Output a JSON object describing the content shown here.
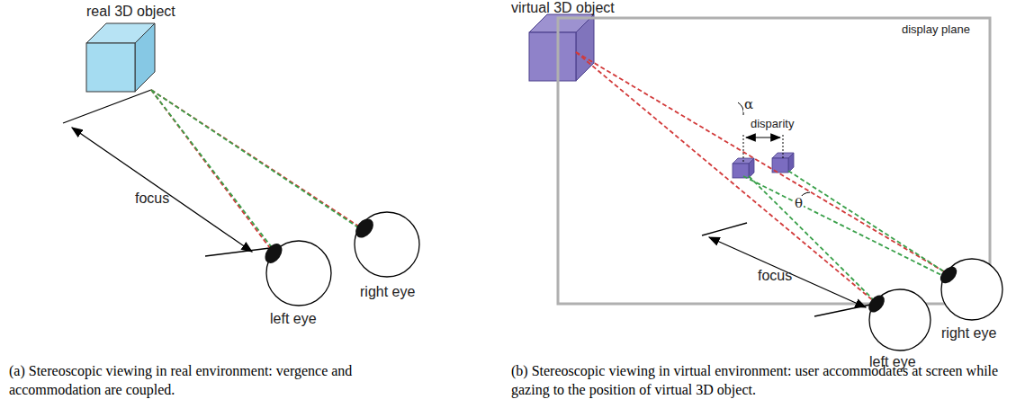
{
  "diagram": {
    "labels": [
      "real 3D object",
      "focus",
      "left eye",
      "right eye",
      "(a) Stereoscopic viewing in real environment: vergence and accommodation are coupled.",
      "virtual 3D object",
      "display plane",
      "disparity",
      "α",
      "θ",
      "focus",
      "left eye",
      "right eye",
      "(b) Stereoscopic viewing in virtual environment: user accommodates at screen while gazing to the position of virtual 3D object."
    ]
  }
}
